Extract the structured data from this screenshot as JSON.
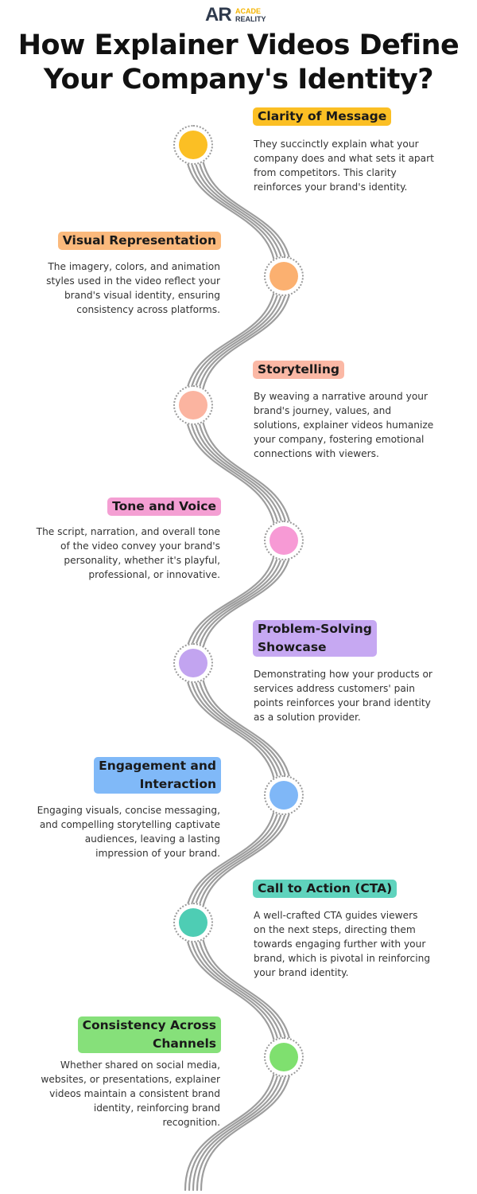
{
  "logo": {
    "mark": "AR",
    "line1": "ACADE",
    "line2": "REALITY"
  },
  "title": {
    "line1": "How Explainer Videos Define",
    "line2": "Your Company's Identity?"
  },
  "colors": {
    "path": "#9d9d9d",
    "ring": "#9a9a9a"
  },
  "items": [
    {
      "title_lines": [
        "Clarity of Message"
      ],
      "color": "#fbbf24",
      "label_bg": "#fbbf24",
      "desc_lines": [
        "They succinctly explain what your",
        "company does and what sets it apart",
        "from competitors. This clarity",
        "reinforces your brand's identity."
      ]
    },
    {
      "title_lines": [
        "Visual Representation"
      ],
      "color": "#fbb070",
      "label_bg": "#fbb97c",
      "desc_lines": [
        "The imagery, colors, and animation",
        "styles used in the video reflect your",
        "brand's visual identity, ensuring",
        "consistency across platforms."
      ]
    },
    {
      "title_lines": [
        "Storytelling"
      ],
      "color": "#fbb4a0",
      "label_bg": "#fbb8a5",
      "desc_lines": [
        "By weaving a narrative around your",
        "brand's journey, values, and",
        "solutions, explainer videos humanize",
        "your company, fostering emotional",
        "connections with viewers."
      ]
    },
    {
      "title_lines": [
        "Tone and Voice"
      ],
      "color": "#f79ad5",
      "label_bg": "#f49fd3",
      "desc_lines": [
        "The script, narration, and overall tone",
        "of the video convey your brand's",
        "personality, whether it's playful,",
        "professional, or innovative."
      ]
    },
    {
      "title_lines": [
        "Problem-Solving",
        "Showcase"
      ],
      "color": "#c2a4f0",
      "label_bg": "#c6a8f2",
      "desc_lines": [
        "Demonstrating how your products or",
        "services address customers' pain",
        "points reinforces your brand identity",
        "as a solution provider."
      ]
    },
    {
      "title_lines": [
        "Engagement and",
        "Interaction"
      ],
      "color": "#7fb7f7",
      "label_bg": "#80b9f8",
      "desc_lines": [
        "Engaging visuals, concise messaging,",
        "and compelling storytelling captivate",
        "audiences, leaving a lasting",
        "impression of your brand."
      ]
    },
    {
      "title_lines": [
        "Call to Action (CTA)"
      ],
      "color": "#4ecdb4",
      "label_bg": "#5fd3bd",
      "desc_lines": [
        "A well-crafted CTA guides viewers",
        "on the next steps, directing them",
        "towards engaging further with your",
        "brand, which is pivotal in reinforcing",
        "your brand identity."
      ]
    },
    {
      "title_lines": [
        "Consistency Across",
        "Channels"
      ],
      "color": "#7fe06f",
      "label_bg": "#86e07a",
      "desc_lines": [
        "Whether shared on social media,",
        "websites, or presentations, explainer",
        "videos maintain a consistent brand",
        "identity, reinforcing brand",
        "recognition."
      ]
    }
  ]
}
